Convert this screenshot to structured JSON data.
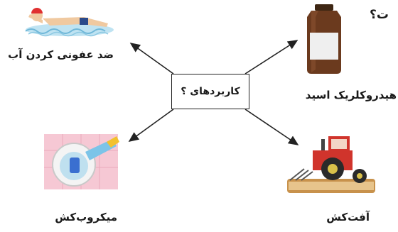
{
  "center": {
    "label": "کاربردهای ؟"
  },
  "corner_text": "ت؟",
  "items": {
    "top_left": {
      "label": "ضد عفونی کردن آب",
      "icon": "swimmer-icon"
    },
    "top_right": {
      "label": "هیدروکلریک اسید",
      "icon": "bottle-icon"
    },
    "bottom_left": {
      "label": "میکروب‌کش",
      "icon": "toilet-cleaning-icon"
    },
    "bottom_right": {
      "label": "آفت‌کش",
      "icon": "tractor-icon"
    }
  },
  "colors": {
    "arrow": "#222222",
    "tractor": "#d0342c",
    "cap": "#e03030",
    "bottle": "#6b3a1e"
  }
}
